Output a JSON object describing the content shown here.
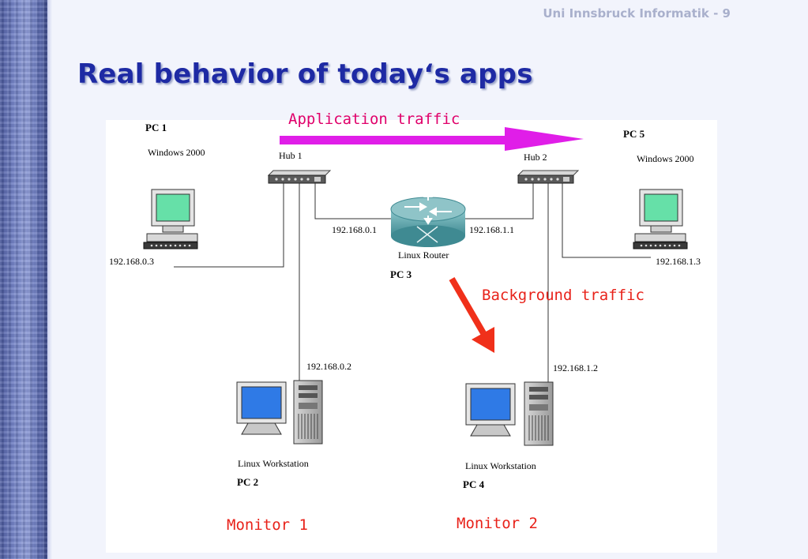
{
  "header": {
    "ref": "Uni Innsbruck Informatik - 9"
  },
  "slide": {
    "title": "Real behavior of today‘s apps"
  },
  "diagram": {
    "app_traffic_label": "Application traffic",
    "bg_traffic_label": "Background traffic",
    "pc1": {
      "name": "PC 1",
      "os": "Windows 2000",
      "ip": "192.168.0.3"
    },
    "pc5": {
      "name": "PC 5",
      "os": "Windows 2000",
      "ip": "192.168.1.3"
    },
    "hub1": {
      "label": "Hub 1"
    },
    "hub2": {
      "label": "Hub 2"
    },
    "router": {
      "label": "Linux Router",
      "pc": "PC 3",
      "ip_left": "192.168.0.1",
      "ip_right": "192.168.1.1"
    },
    "pc2": {
      "type": "Linux Workstation",
      "name": "PC 2",
      "ip": "192.168.0.2",
      "monitor": "Monitor 1"
    },
    "pc4": {
      "type": "Linux Workstation",
      "name": "PC 4",
      "ip": "192.168.1.2",
      "monitor": "Monitor 2"
    },
    "colors": {
      "app_arrow": "#e01ee8",
      "bg_arrow": "#f0301a",
      "title": "#1e2aa4"
    }
  }
}
